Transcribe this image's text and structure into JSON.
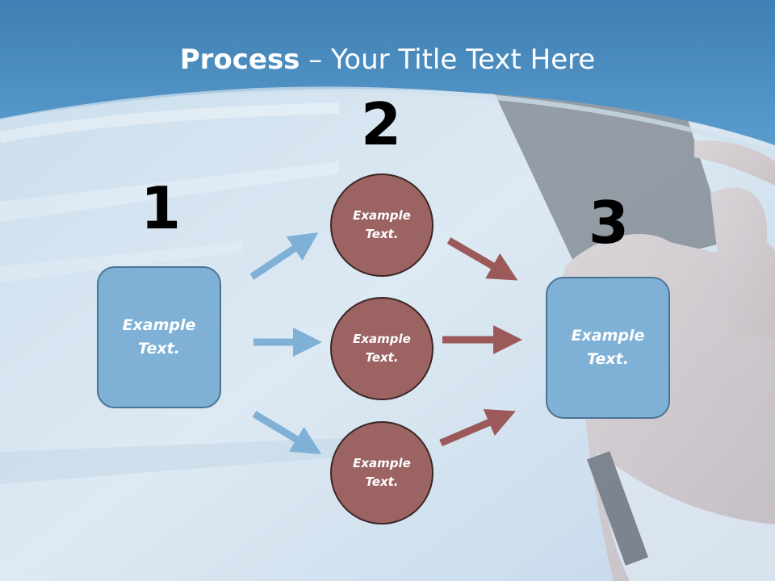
{
  "title": {
    "bold": "Process",
    "rest": " – Your Title Text Here"
  },
  "steps": {
    "step1": "1",
    "step2": "2",
    "step3": "3"
  },
  "nodes": {
    "left_box": "Example\nText.",
    "right_box": "Example\nText.",
    "circle_top": "Example\nText.",
    "circle_middle": "Example\nText.",
    "circle_bottom": "Example\nText."
  },
  "colors": {
    "box_fill": "#7fb1d6",
    "circle_fill": "#9b6362",
    "blue_arrow": "#7fb1d6",
    "red_arrow": "#9b5a59",
    "header_blue": "#4f8fc1"
  }
}
